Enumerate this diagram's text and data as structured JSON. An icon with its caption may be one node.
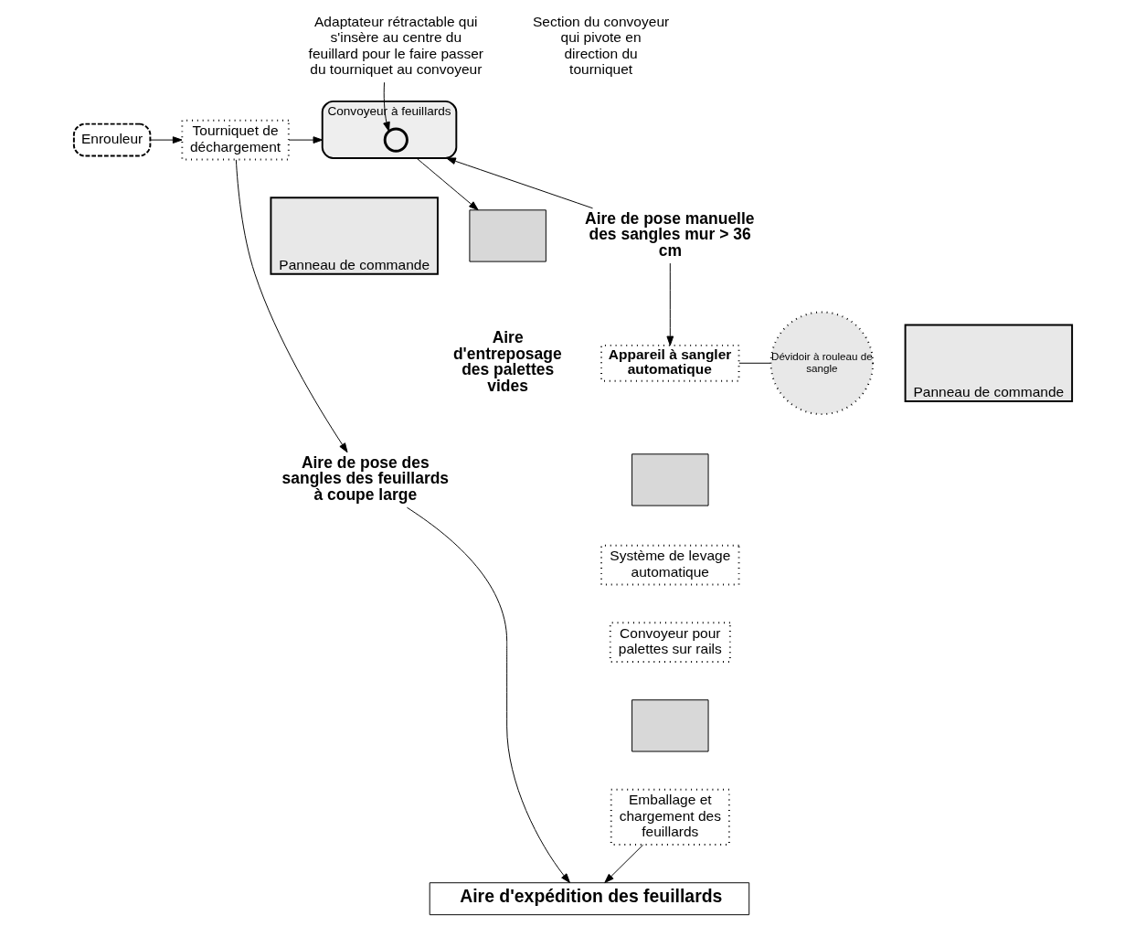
{
  "diagram": {
    "nodes": [
      {
        "text": [
          "Enrouleur"
        ]
      },
      {
        "text": [
          "Tourniquet de déchargement"
        ]
      },
      {
        "text": [
          "Convoyeur à feuillards"
        ]
      },
      {
        "text": [
          "Adaptateur rétractable qui s'insère au centre du feuillard pour le faire passer du tourniquet au convoyeur"
        ]
      },
      {
        "text": [],
        "shape": "circle",
        "in": 2
      },
      {
        "text": [
          "Aire de pose manuelle des sangles mur > 36 cm"
        ]
      },
      {
        "text": [
          "Panneau de commande"
        ]
      },
      {
        "text": [
          "Aire de pose des sangles des feuillards à coupe large"
        ]
      },
      {
        "text": [],
        "shape": "box"
      },
      {
        "text": [
          "Dévidoir à rouleau de sangle"
        ]
      },
      {
        "text": [
          "Panneau de commande"
        ]
      },
      {
        "text": [
          "Appareil à sangler automatique"
        ]
      },
      {
        "text": [],
        "shape": "box"
      },
      {
        "text": [
          "Système de levage automatique"
        ]
      },
      {
        "text": [
          "Convoyeur pour palettes sur rails"
        ]
      },
      {
        "text": [],
        "shape": "box"
      },
      {
        "text": [
          "Emballage et chargement des feuillards"
        ]
      },
      {
        "text": [
          "Aire d'expédition des feuillards"
        ]
      }
    ],
    "edges": [
      {
        "from": 0,
        "to": 1,
        "arrow": "to"
      },
      {
        "from": 1,
        "to": 2,
        "arrow": "to"
      },
      {
        "from": 3,
        "to": 4,
        "arrow": "to"
      },
      {
        "from": 1,
        "to": 7,
        "arrow": "to"
      },
      {
        "from": 5,
        "to": 2,
        "arrow": "to"
      },
      {
        "from": 2,
        "to": 8,
        "arrow": "to"
      },
      {
        "from": 5,
        "to": 11,
        "arrow": "to"
      },
      {
        "from": 11,
        "to": 9,
        "arrow": "none"
      },
      {
        "from": 7,
        "to": 17,
        "arrow": "to"
      },
      {
        "from": 16,
        "to": 17,
        "arrow": "to"
      }
    ],
    "labels": [
      "Section du convoyeur qui pivote en direction du tourniquet",
      "Aire d'entreposage des palettes vides"
    ]
  }
}
